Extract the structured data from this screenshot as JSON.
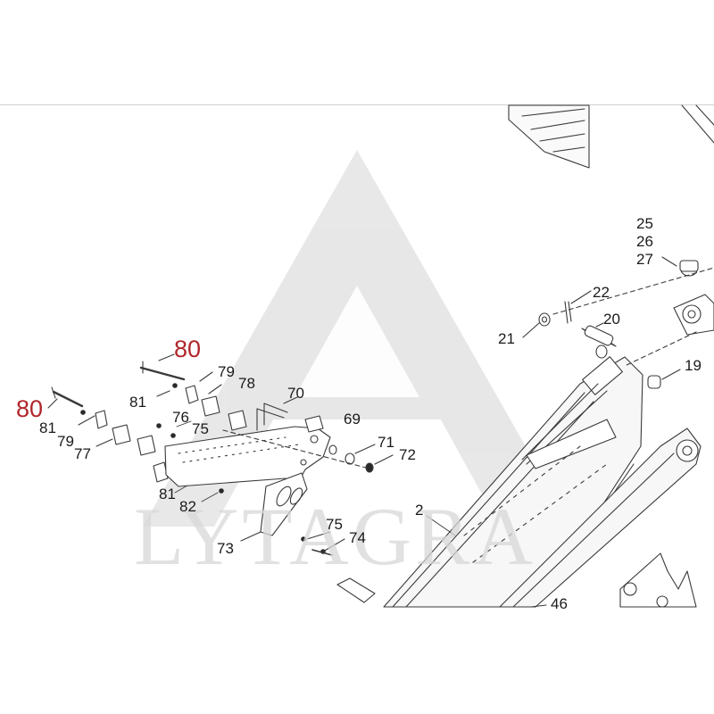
{
  "diagram": {
    "watermark_text": "LYTAGRA",
    "colors": {
      "line": "#3a3a3a",
      "label": "#1a1a1a",
      "highlight": "#b0262a",
      "watermark": "#d8d8d8"
    },
    "callouts": {
      "c2": "2",
      "c19": "19",
      "c20": "20",
      "c21": "21",
      "c22": "22",
      "c25": "25",
      "c26": "26",
      "c27": "27",
      "c46": "46",
      "c69": "69",
      "c70": "70",
      "c71": "71",
      "c72": "72",
      "c73": "73",
      "c74": "74",
      "c75a": "75",
      "c75b": "75",
      "c76": "76",
      "c77": "77",
      "c78": "78",
      "c79a": "79",
      "c79b": "79",
      "c80a": "80",
      "c80b": "80",
      "c81a": "81",
      "c81b": "81",
      "c81c": "81",
      "c82": "82"
    }
  }
}
